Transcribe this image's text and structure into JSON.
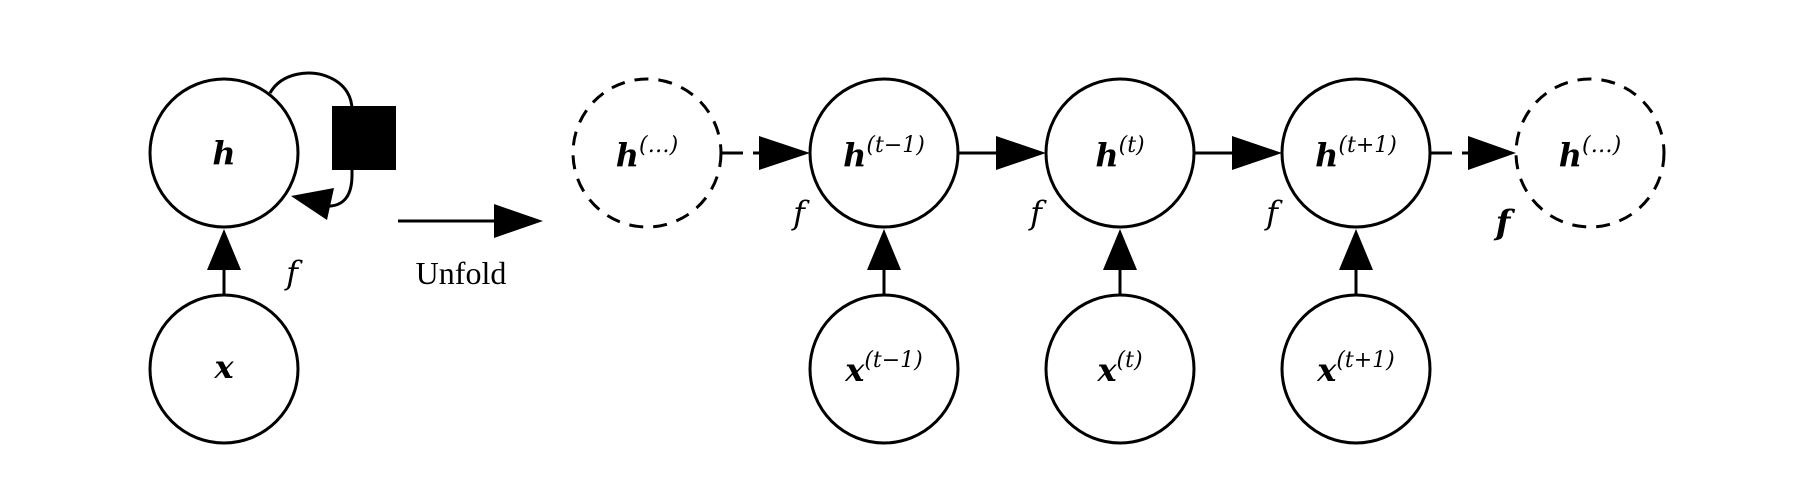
{
  "folded": {
    "hidden_label": "h",
    "input_label": "x",
    "f_label": "f"
  },
  "unfold_label": "Unfold",
  "unfolded": {
    "left_dangling": {
      "base": "h",
      "sup": "(…)"
    },
    "right_dangling": {
      "base": "h",
      "sup": "(…)"
    },
    "hidden": [
      {
        "base": "h",
        "sup": "(t−1)"
      },
      {
        "base": "h",
        "sup": "(t)"
      },
      {
        "base": "h",
        "sup": "(t+1)"
      }
    ],
    "inputs": [
      {
        "base": "x",
        "sup": "(t−1)"
      },
      {
        "base": "x",
        "sup": "(t)"
      },
      {
        "base": "x",
        "sup": "(t+1)"
      }
    ],
    "f_labels": [
      "f",
      "f",
      "f",
      "f"
    ]
  }
}
